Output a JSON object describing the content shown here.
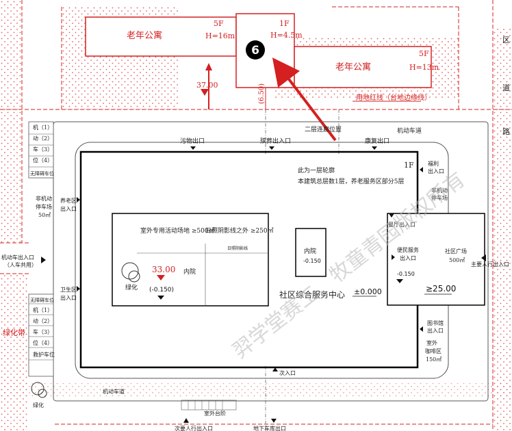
{
  "buildings": {
    "senior_left": {
      "name": "老年公寓",
      "floors": "5F",
      "height": "H=16m"
    },
    "connector": {
      "floors": "1F",
      "height": "H=4.5m"
    },
    "senior_right": {
      "name": "老年公寓",
      "floors": "5F",
      "height": "H=13m"
    }
  },
  "callout": {
    "number": "6"
  },
  "dims": {
    "spacing_37": "37.00",
    "spacing_650": "(6.50)",
    "redline": "用地红线（台地边缘线）",
    "level_33": "33.00",
    "level_25": "≥25.00",
    "level_0": "±0.000"
  },
  "top_labels": {
    "second_floor_corridor": "二层连廊位置",
    "motor_road_top": "机动车道",
    "sewage_exit": "污物出口",
    "funeral_exit": "殡葬出入口",
    "rehab_exit": "康复出口"
  },
  "center": {
    "name": "社区综合服务中心",
    "floor": "1F",
    "note1": "此为一层轮廓",
    "note2": "本建筑总层数1层，养老服务区部分5层"
  },
  "outdoor": {
    "area_label": "室外专用活动场地 ≥500㎡",
    "sunlight_label": "日照阴影线之外 ≥250㎡",
    "shadow_line": "日照阴影线",
    "greenery": "绿化",
    "courtyard": "内院",
    "courtyard_level": "(-0.150)"
  },
  "inner_court": {
    "label": "内院",
    "level": "-0.150"
  },
  "right_side": {
    "convenience": [
      "便民服务",
      "出入口"
    ],
    "level_0150": "-0.150",
    "plaza": [
      "社区广场",
      "500㎡"
    ],
    "main_entrance": "主要人行出入口",
    "restaurant": "餐厅出入口",
    "bike_parking": [
      "非机动",
      "停车场"
    ],
    "welfare_entrance": [
      "福利",
      "出入口"
    ],
    "library": [
      "图书馆",
      "出入口"
    ],
    "cafe": [
      "室外",
      "咖啡区",
      "150㎡"
    ]
  },
  "left_side": {
    "parking_top": [
      "机（1）",
      "动（2）",
      "车（3）",
      "位（4）"
    ],
    "accessible_top": "无障碍车位",
    "bike_parking": [
      "非机动",
      "停车场",
      "50㎡"
    ],
    "senior_entrance": [
      "养老区",
      "出入口"
    ],
    "vehicle_entrance": [
      "机动车出入口",
      "（人车共用）"
    ],
    "health_entrance": [
      "卫生区",
      "出入口"
    ],
    "accessible_bottom": "无障碍车位",
    "parking_bottom": [
      "机（1）",
      "动（2）",
      "车（3）",
      "位（4）"
    ],
    "ambulance": "救护车位",
    "greenery_left": "绿化带",
    "greenery_bottom": "绿化"
  },
  "bottom_labels": {
    "motor_road": "机动车道",
    "secondary_entrance": "次入口",
    "outdoor_stairs": "室外台阶",
    "pedestrian_entrance": "次要人行出入口",
    "underground_garage": "地下车库出口"
  },
  "right_edge": [
    "区",
    "道",
    "路"
  ],
  "watermark": "羿学堂赛工、牧童青园版权所有",
  "colors": {
    "red": "#d42020",
    "black": "#111111",
    "gray": "#888888"
  }
}
